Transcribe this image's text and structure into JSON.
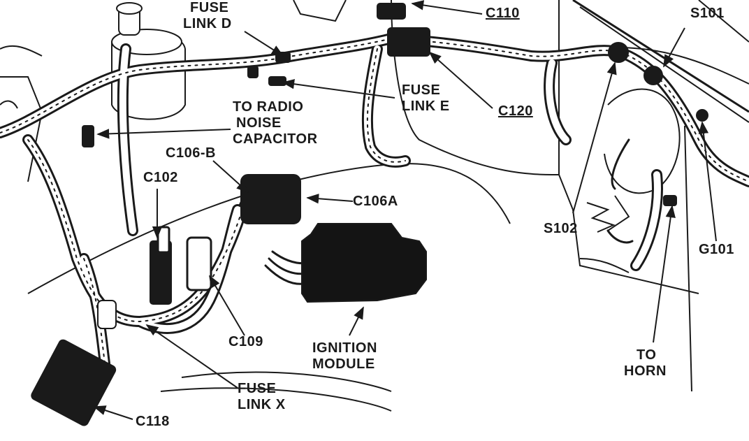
{
  "labels": {
    "fuse_link_d": [
      "FUSE",
      "LINK D"
    ],
    "c110": "C110",
    "s101": "S101",
    "to_radio_noise_capacitor": [
      "TO RADIO",
      "NOISE",
      "CAPACITOR"
    ],
    "fuse_link_e": [
      "FUSE",
      "LINK E"
    ],
    "c120": "C120",
    "c106b": "C106-B",
    "c106a": "C106A",
    "c102": "C102",
    "s102": "S102",
    "g101": "G101",
    "c109": "C109",
    "ignition_module": [
      "IGNITION",
      "MODULE"
    ],
    "to_horn": [
      "TO",
      "HORN"
    ],
    "fuse_link_x": [
      "FUSE",
      "LINK X"
    ],
    "c118": "C118"
  },
  "colors": {
    "ink": "#1a1a1a",
    "paper": "#ffffff",
    "module_fill": "#141414"
  }
}
